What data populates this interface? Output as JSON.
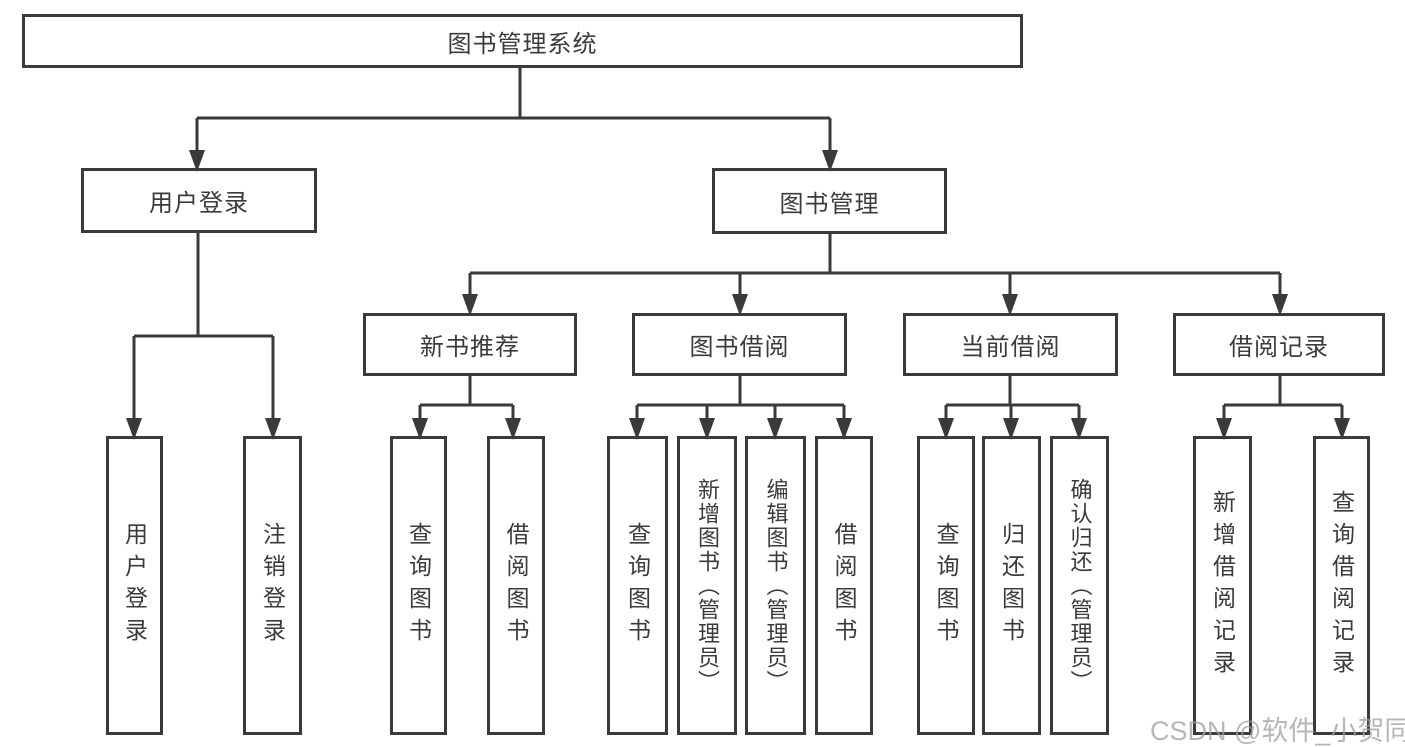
{
  "diagram": {
    "nodes": {
      "root": "图书管理系统",
      "login": "用户登录",
      "mgmt": "图书管理",
      "login_user": "用户登录",
      "login_logout": "注销登录",
      "recommend": "新书推荐",
      "borrow": "图书借阅",
      "current": "当前借阅",
      "records": "借阅记录",
      "rec_query": "查询图书",
      "rec_borrow": "借阅图书",
      "bor_query": "查询图书",
      "bor_add": "新增图书（管理员）",
      "bor_edit": "编辑图书（管理员）",
      "bor_borrow": "借阅图书",
      "cur_query": "查询图书",
      "cur_return": "归还图书",
      "cur_confirm": "确认归还（管理员）",
      "rec2_add": "新增借阅记录",
      "rec2_query": "查询借阅记录"
    },
    "colors": {
      "line": "#3a3a3a",
      "text": "#3b3b3b",
      "watermark": "#9e9e9e",
      "background": "#ffffff"
    }
  },
  "watermark": "CSDN @软件_小贺同学"
}
